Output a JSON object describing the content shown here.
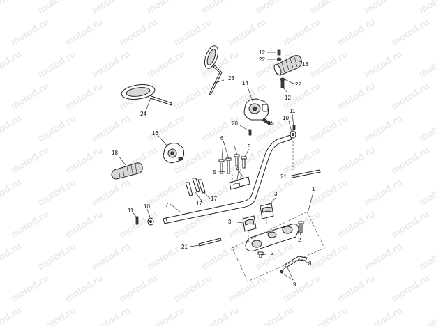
{
  "watermark": "motod.ru",
  "callouts": {
    "c1": "1",
    "c2a": "2",
    "c2b": "2",
    "c3a": "3",
    "c3b": "3",
    "c4": "4",
    "c5a": "5",
    "c5b": "5",
    "c6": "6",
    "c7": "7",
    "c8": "8",
    "c9": "9",
    "c10a": "10",
    "c10b": "10",
    "c11a": "11",
    "c11b": "11",
    "c12a": "12",
    "c12b": "12",
    "c13": "13",
    "c14": "14",
    "c15": "15",
    "c16": "16",
    "c17a": "17",
    "c17b": "17",
    "c18": "18",
    "c20": "20",
    "c21a": "21",
    "c21b": "21",
    "c22a": "22",
    "c22b": "22",
    "c23": "23",
    "c24": "24"
  }
}
